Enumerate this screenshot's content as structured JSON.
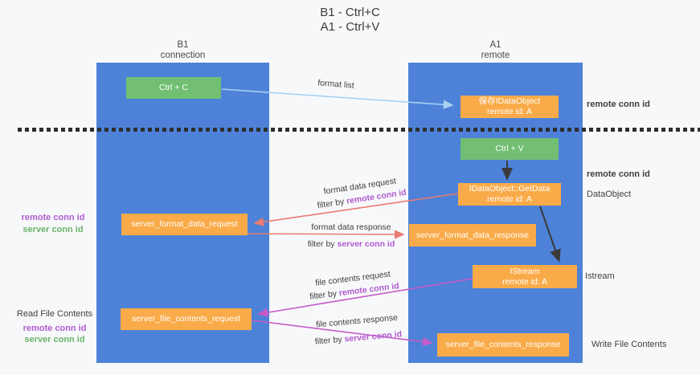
{
  "title": {
    "line1": "B1 - Ctrl+C",
    "line2": "A1 - Ctrl+V"
  },
  "columns": {
    "left": {
      "name": "B1",
      "role": "connection"
    },
    "right": {
      "name": "A1",
      "role": "remote"
    }
  },
  "boxes": {
    "ctrl_c": {
      "label": "Ctrl + C"
    },
    "save_dataobject": {
      "line1": "保存IDataObject",
      "line2": "remote id: A"
    },
    "ctrl_v": {
      "label": "Ctrl + V"
    },
    "getdata": {
      "line1": "IDataObject::GetData",
      "line2": "remote id: A"
    },
    "format_request": {
      "label": "server_format_data_request"
    },
    "format_response": {
      "label": "server_format_data_response"
    },
    "istream": {
      "line1": "IStream",
      "line2": "remote id: A"
    },
    "file_request": {
      "label": "server_file_contents_request"
    },
    "file_response": {
      "label": "server_file_contents_response"
    }
  },
  "flow_labels": {
    "format_list": "format list",
    "format_data_request": {
      "title": "format data request",
      "filter_prefix": "filter by ",
      "filter_key": "remote conn id"
    },
    "format_data_response": {
      "title": "format data response",
      "filter_prefix": "filter by ",
      "filter_key": "server conn id"
    },
    "file_contents_request": {
      "title": "file contents request",
      "filter_prefix": "filter by ",
      "filter_key": "remote conn id"
    },
    "file_contents_response": {
      "title": "file contents response",
      "filter_prefix": "filter by ",
      "filter_key": "server conn id"
    }
  },
  "side_labels": {
    "right_remote_conn_top": "remote conn id",
    "right_remote_conn_mid": "remote conn id",
    "right_dataobject": "DataObject",
    "right_istream": "Istream",
    "right_write_file": "Write File Contents",
    "left_mid": {
      "remote": "remote conn id",
      "server": "server conn id"
    },
    "left_bottom": {
      "title": "Read File Contents",
      "remote": "remote conn id",
      "server": "server conn id"
    }
  },
  "colors": {
    "lane_fill": "#4d82d8",
    "box_orange": "#f9ab49",
    "box_green": "#72bf74",
    "arrow_light_blue": "#a8d2f2",
    "arrow_salmon": "#e97b70",
    "arrow_magenta": "#c75bc7",
    "arrow_black": "#3a3a3a",
    "label_purple": "#b05ad0",
    "label_green": "#69b469"
  }
}
